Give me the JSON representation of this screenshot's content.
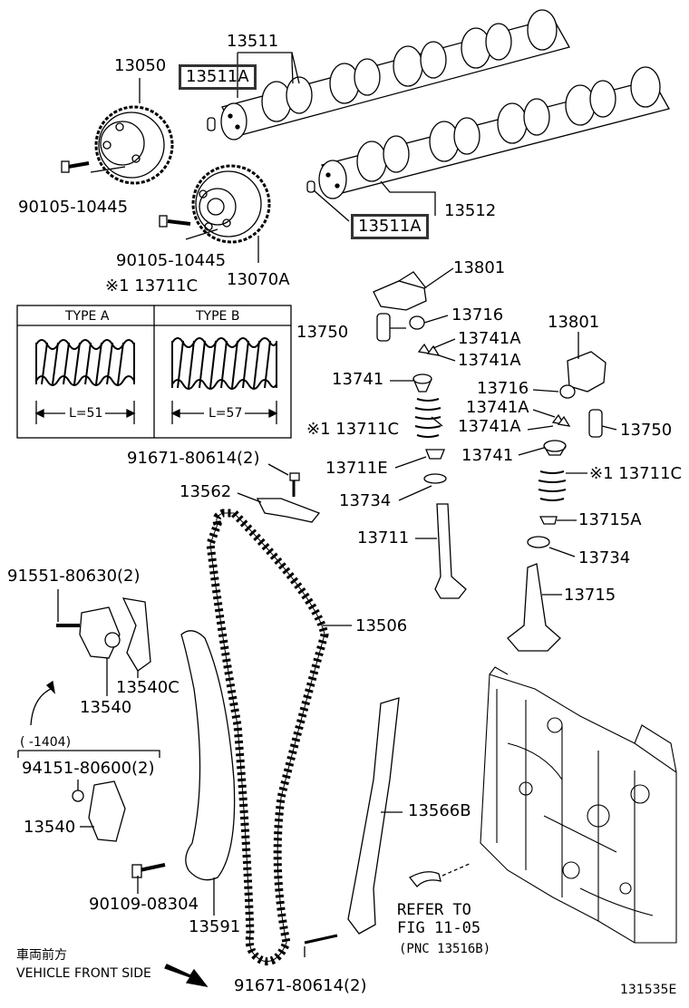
{
  "labels": {
    "p13511": "13511",
    "p13511A_top": "13511A",
    "p13050": "13050",
    "p90105_a": "90105-10445",
    "p90105_b": "90105-10445",
    "p13070A": "13070A",
    "p13512": "13512",
    "p13511A_bottom": "13511A",
    "p13711C_header": "※1 13711C",
    "p13801_a": "13801",
    "p13750_a": "13750",
    "p13716_a": "13716",
    "p13741A_a": "13741A",
    "p13741A_b": "13741A",
    "p13741_a": "13741",
    "p13711C_a": "※1 13711C",
    "p13711E": "13711E",
    "p13734_a": "13734",
    "p13711": "13711",
    "p13801_b": "13801",
    "p13716_b": "13716",
    "p13741A_c": "13741A",
    "p13741A_d": "13741A",
    "p13750_b": "13750",
    "p13741_b": "13741",
    "p13711C_b": "※1 13711C",
    "p13715A": "13715A",
    "p13734_b": "13734",
    "p13715": "13715",
    "p91671_a": "91671-80614(2)",
    "p13562": "13562",
    "p91551": "91551-80630(2)",
    "p13506": "13506",
    "p13540C": "13540C",
    "p13540_a": "13540",
    "p1404": "(    -1404)",
    "p94151": "94151-80600(2)",
    "p13540_b": "13540",
    "p13566B": "13566B",
    "p90109": "90109-08304",
    "p13591": "13591",
    "p91671_b": "91671-80614(2)",
    "refer_line1": "REFER TO",
    "refer_line2": "FIG 11-05",
    "refer_line3": "(PNC 13516B)",
    "front_jp": "車両前方",
    "front_en": "VEHICLE FRONT SIDE",
    "figure_id": "131535E"
  },
  "spring_table": {
    "type_a": "TYPE A",
    "type_b": "TYPE B",
    "len_a": "L=51",
    "len_b": "L=57"
  }
}
